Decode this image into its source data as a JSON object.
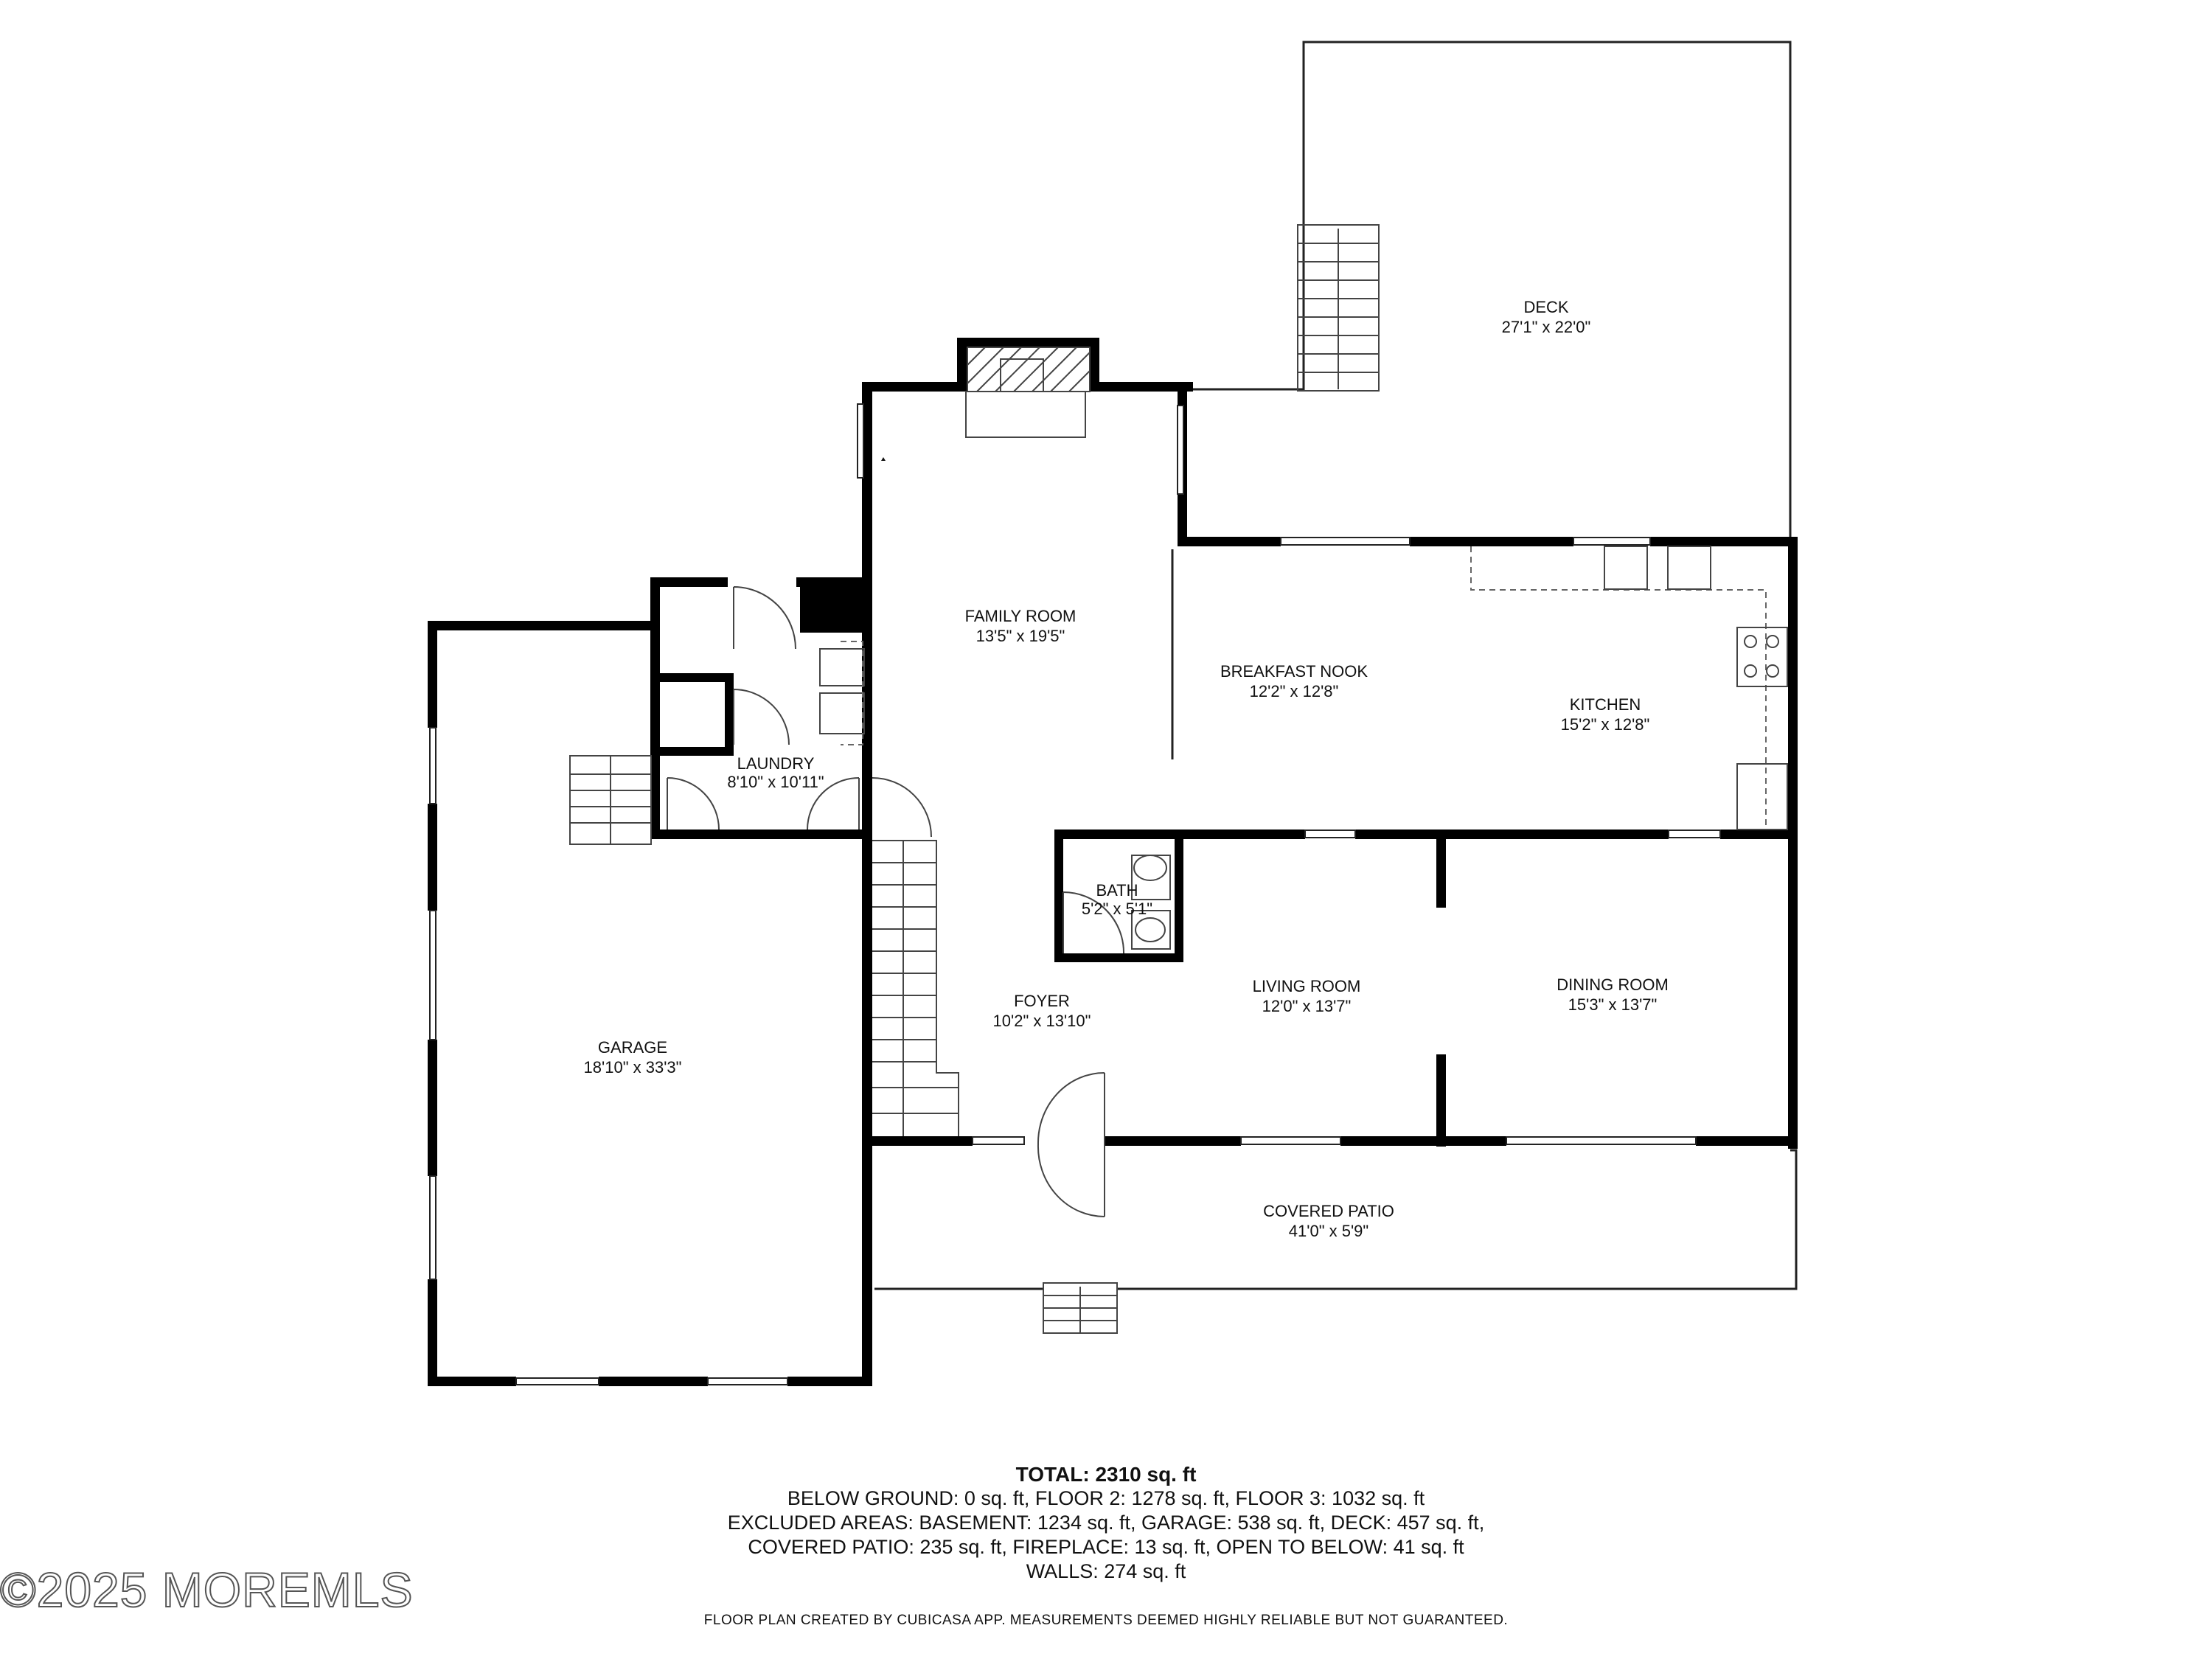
{
  "rooms": {
    "deck": {
      "name": "DECK",
      "dims": "27'1\" x 22'0\""
    },
    "family_room": {
      "name": "FAMILY ROOM",
      "dims": "13'5\" x 19'5\""
    },
    "breakfast_nook": {
      "name": "BREAKFAST NOOK",
      "dims": "12'2\" x 12'8\""
    },
    "kitchen": {
      "name": "KITCHEN",
      "dims": "15'2\" x 12'8\""
    },
    "laundry": {
      "name": "LAUNDRY",
      "dims": "8'10\" x 10'11\""
    },
    "bath": {
      "name": "BATH",
      "dims": "5'2\" x 5'1\""
    },
    "garage": {
      "name": "GARAGE",
      "dims": "18'10\" x 33'3\""
    },
    "foyer": {
      "name": "FOYER",
      "dims": "10'2\" x 13'10\""
    },
    "living_room": {
      "name": "LIVING ROOM",
      "dims": "12'0\" x 13'7\""
    },
    "dining_room": {
      "name": "DINING ROOM",
      "dims": "15'3\" x 13'7\""
    },
    "covered_patio": {
      "name": "COVERED PATIO",
      "dims": "41'0\" x 5'9\""
    }
  },
  "summary": {
    "total": "TOTAL: 2310 sq. ft",
    "line1": "BELOW GROUND: 0 sq. ft, FLOOR 2: 1278 sq. ft, FLOOR 3: 1032 sq. ft",
    "line2": "EXCLUDED AREAS: BASEMENT: 1234 sq. ft, GARAGE: 538 sq. ft, DECK: 457 sq. ft,",
    "line3": "COVERED PATIO: 235 sq. ft, FIREPLACE: 13 sq. ft, OPEN TO BELOW: 41 sq. ft",
    "line4": "WALLS: 274 sq. ft"
  },
  "disclaimer": "FLOOR PLAN CREATED BY CUBICASA APP. MEASUREMENTS DEEMED HIGHLY RELIABLE BUT NOT GUARANTEED.",
  "watermark": "©2025 MOREMLS"
}
